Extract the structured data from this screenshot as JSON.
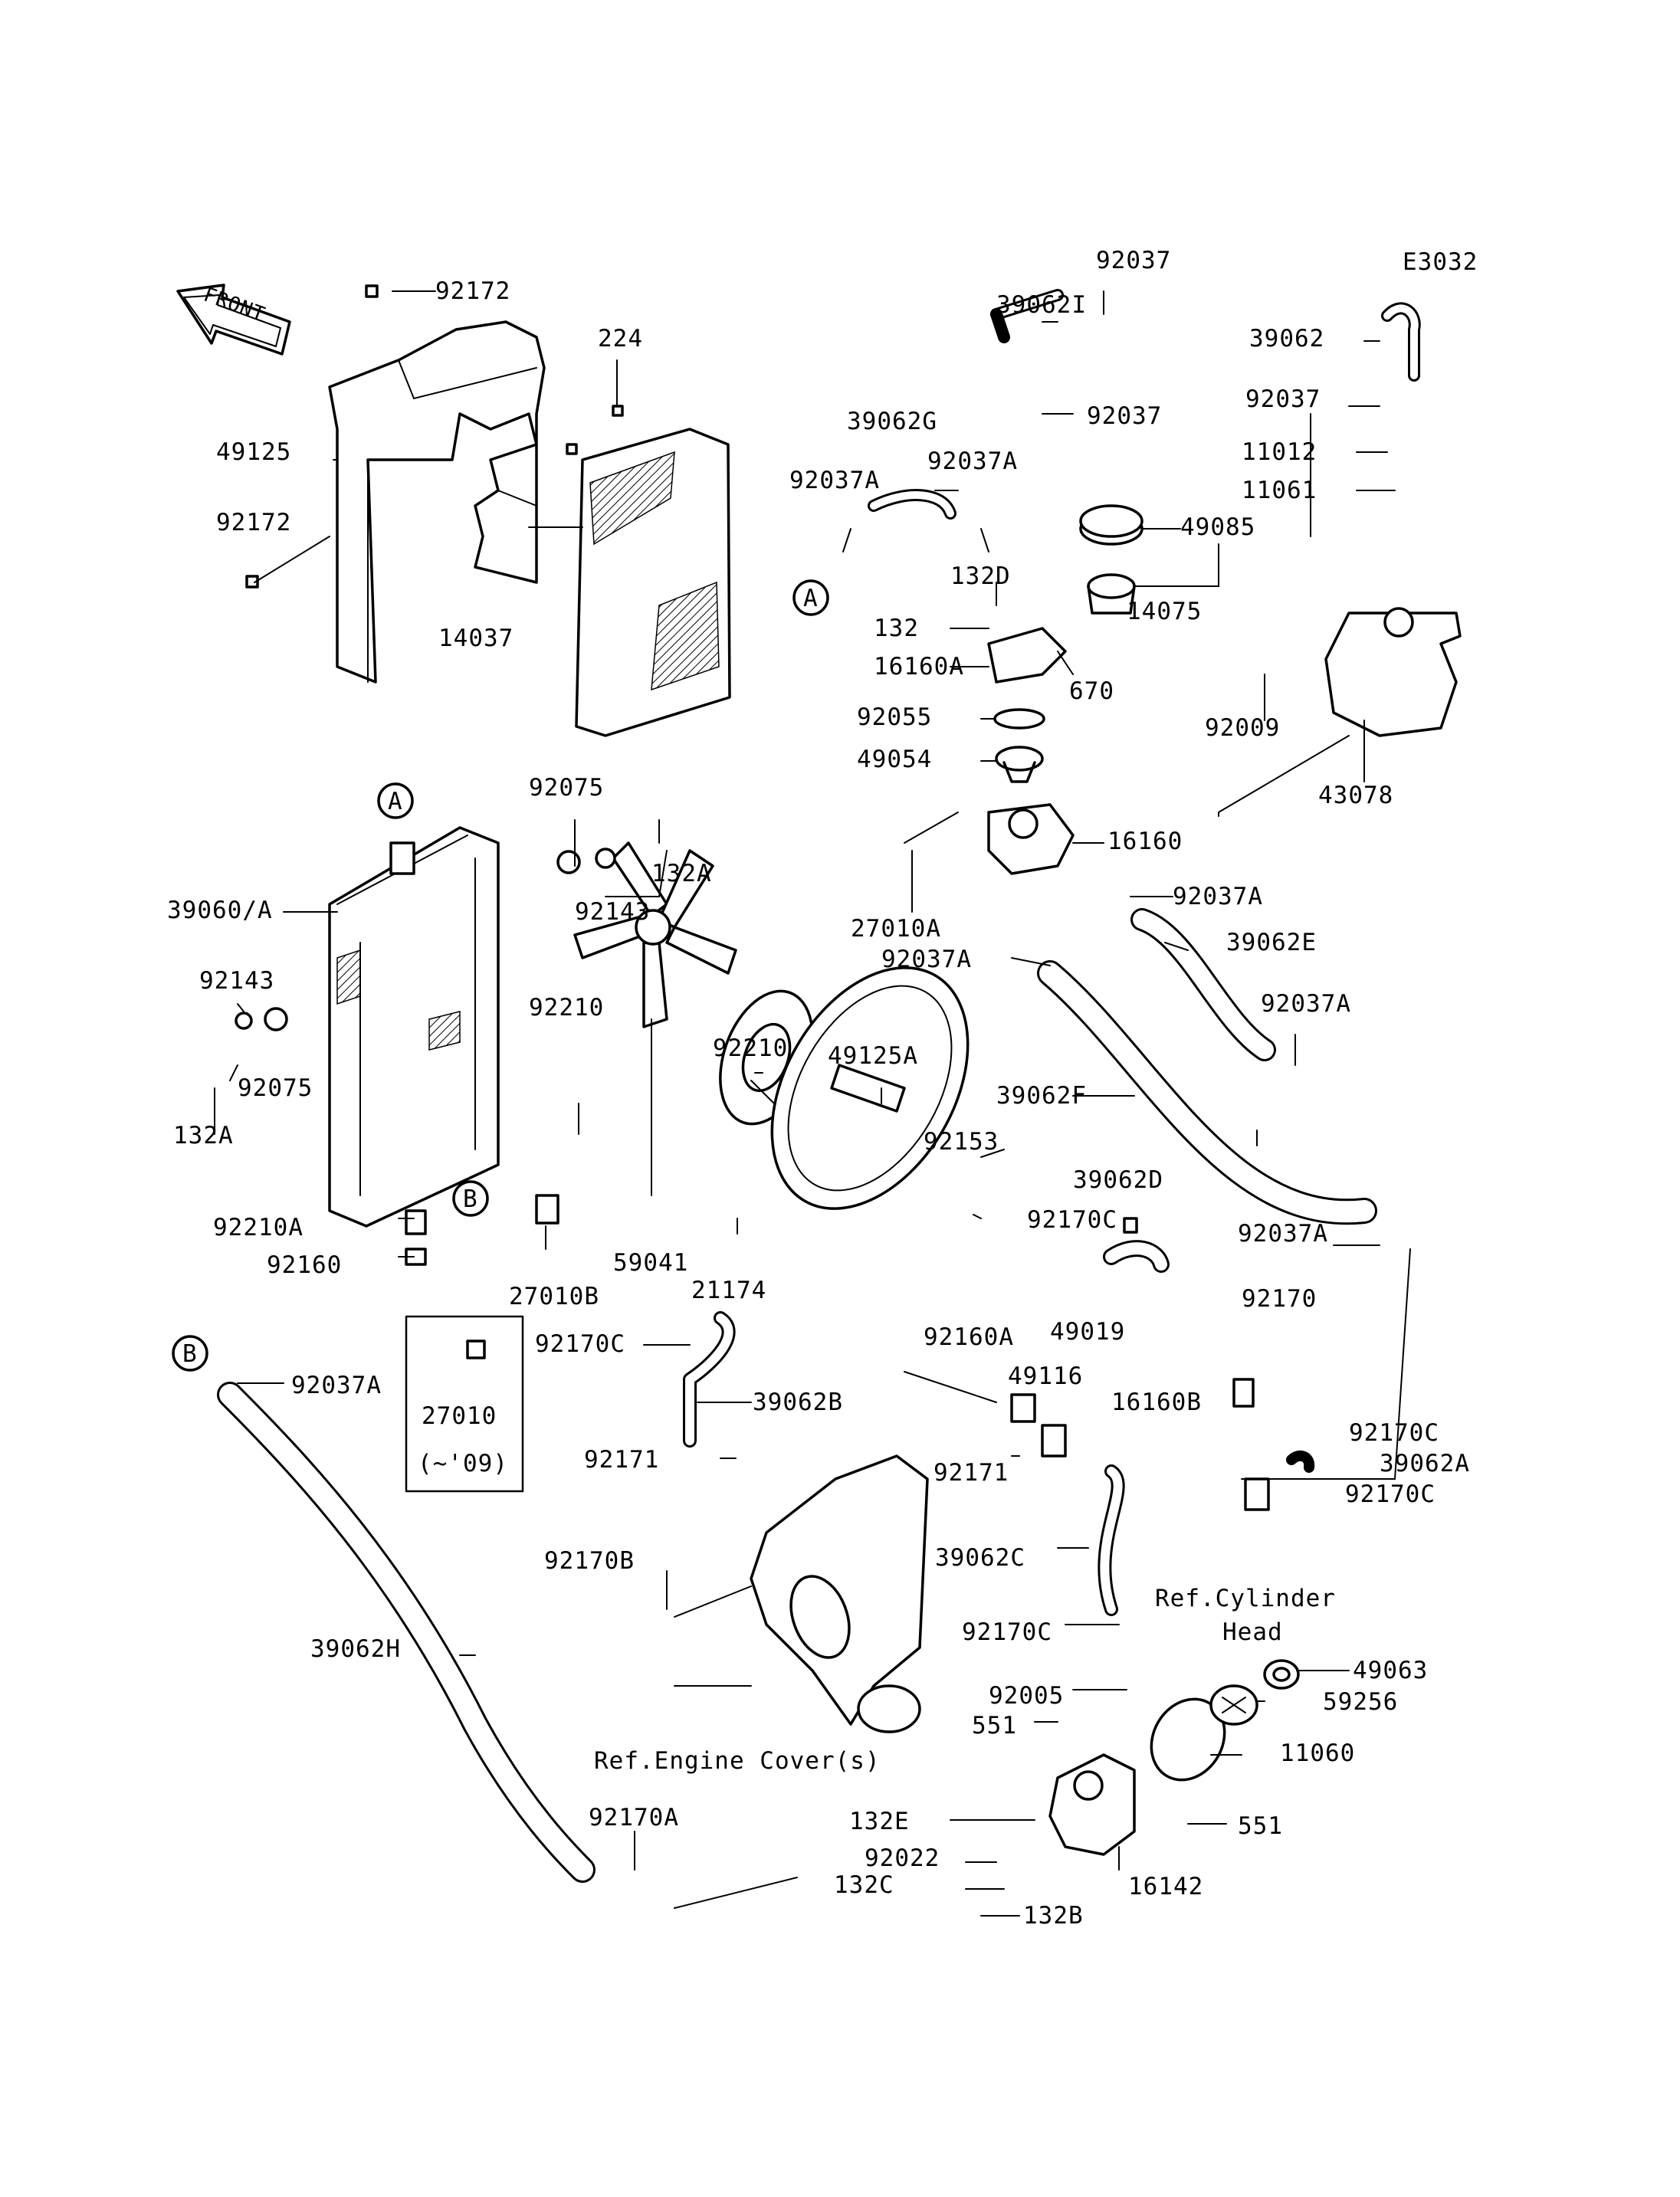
{
  "diagram_code": "E3032",
  "front_label": "FRONT",
  "references": {
    "cylinder_head_line1": "Ref.Cylinder",
    "cylinder_head_line2": "Head",
    "engine_cover": "Ref.Engine Cover(s)"
  },
  "note_box": {
    "part": "27010",
    "note": "(~'09)"
  },
  "callouts": {
    "A": "A",
    "B": "B"
  },
  "parts": [
    "92172",
    "92172",
    "49125",
    "224",
    "14037",
    "92037",
    "39062I",
    "92037",
    "39062G",
    "92037A",
    "92037A",
    "49085",
    "14075",
    "132D",
    "132",
    "16160A",
    "670",
    "92055",
    "49054",
    "39062",
    "92037",
    "11012",
    "11061",
    "92009",
    "43078",
    "16160",
    "27010A",
    "92037A",
    "39062E",
    "92037A",
    "92037A",
    "39062F",
    "92075",
    "132A",
    "92143",
    "39060/A",
    "92143",
    "92075",
    "132A",
    "92210",
    "92210",
    "49125A",
    "92153",
    "39062D",
    "92170C",
    "92170",
    "49019",
    "16160B",
    "92037A",
    "92210A",
    "92160",
    "27010B",
    "59041",
    "21174",
    "92170C",
    "39062B",
    "92160A",
    "49116",
    "92171",
    "92171",
    "92170C",
    "39062A",
    "92170C",
    "39062C",
    "92170B",
    "92170C",
    "39062H",
    "92037A",
    "92005",
    "551",
    "49063",
    "59256",
    "11060",
    "551",
    "132E",
    "92022",
    "132C",
    "132B",
    "16142",
    "92170A"
  ]
}
